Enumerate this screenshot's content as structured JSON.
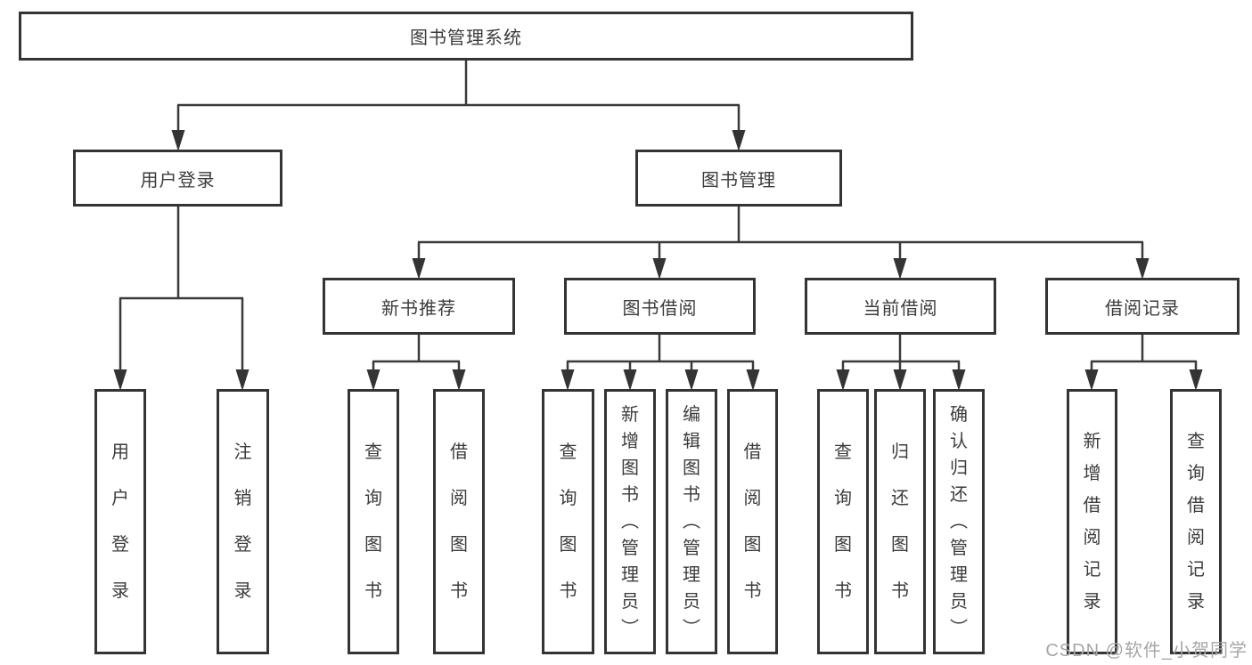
{
  "diagram": {
    "root": "图书管理系统",
    "level2": {
      "user_login": "用户登录",
      "book_mgmt": "图书管理"
    },
    "level3": {
      "new_books": "新书推荐",
      "book_borrow": "图书借阅",
      "current_borrow": "当前借阅",
      "borrow_records": "借阅记录"
    },
    "leaves": {
      "user_login": [
        "用户登录",
        "注销登录"
      ],
      "new_books": [
        "查询图书",
        "借阅图书"
      ],
      "book_borrow": [
        "查询图书",
        "新增图书（管理员）",
        "编辑图书（管理员）",
        "借阅图书"
      ],
      "current_borrow": [
        "查询图书",
        "归还图书",
        "确认归还（管理员）"
      ],
      "borrow_records": [
        "新增借阅记录",
        "查询借阅记录"
      ]
    },
    "watermark": "CSDN @软件_小贺同学",
    "colors": {
      "line": "#3a3a3a",
      "box_border": "#343434",
      "text": "#3c3c3c",
      "watermark": "#a6a6aa",
      "background": "#ffffff"
    }
  }
}
